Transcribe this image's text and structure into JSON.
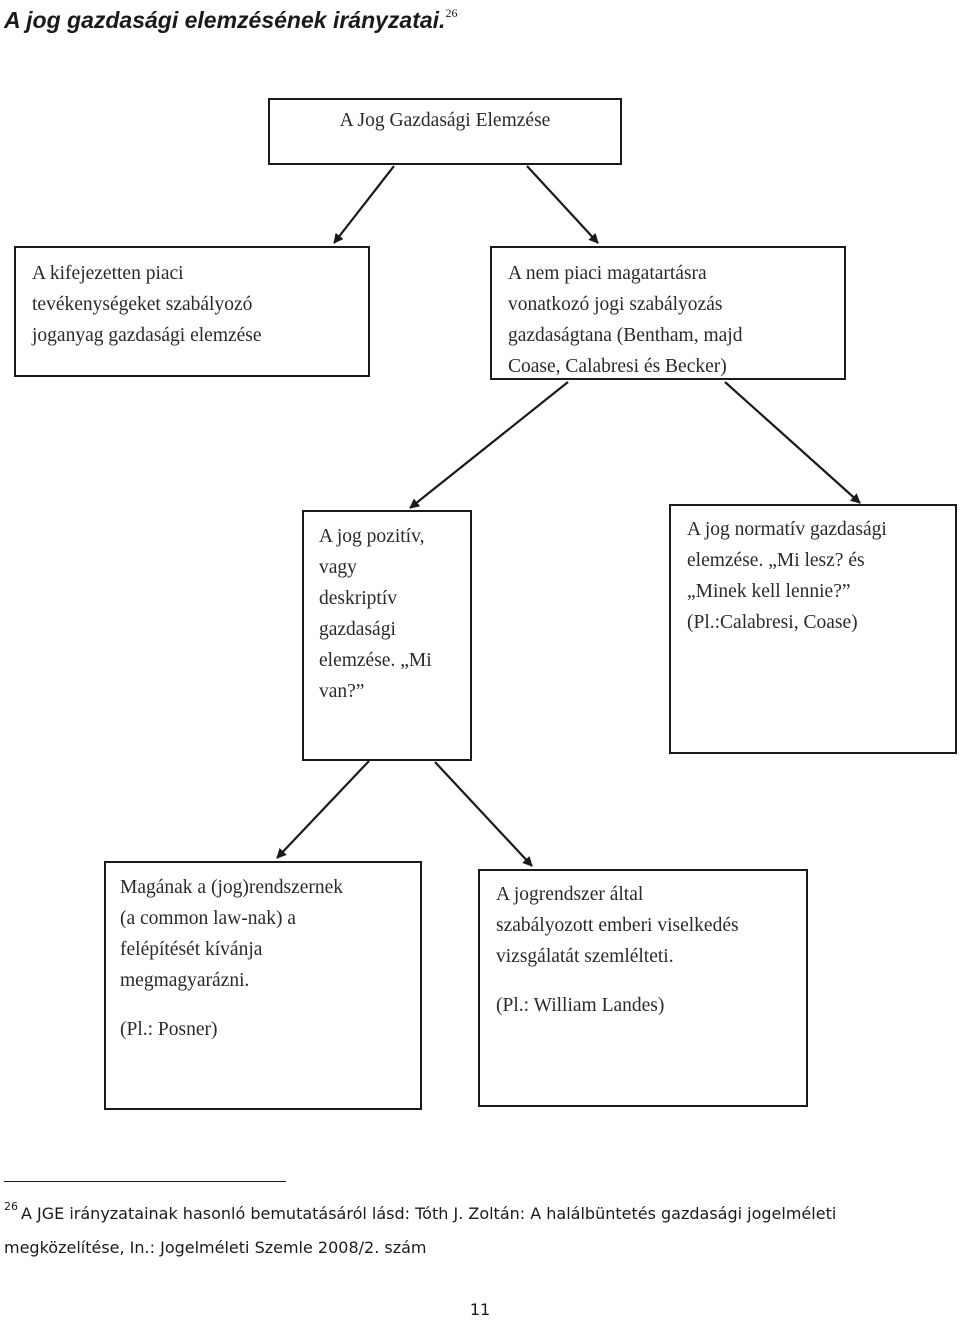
{
  "document": {
    "heading": "A jog gazdasági elemzésének irányzatai.",
    "heading_footnote_ref": "26",
    "page_number": "11"
  },
  "diagram": {
    "root": {
      "text": "A Jog Gazdasági Elemzése"
    },
    "left_branch": {
      "lines": [
        "A kifejezetten piaci",
        "tevékenységeket szabályozó",
        "joganyag gazdasági elemzése"
      ]
    },
    "right_branch": {
      "lines": [
        "A nem piaci magatartásra",
        "vonatkozó jogi szabályozás",
        "gazdaságtana (Bentham, majd",
        "Coase, Calabresi és Becker)"
      ]
    },
    "positive": {
      "lines": [
        "A jog pozitív,",
        "vagy",
        "deskriptív",
        "gazdasági",
        "elemzése. „Mi",
        "van?”"
      ]
    },
    "normative": {
      "lines": [
        "A jog normatív gazdasági",
        "elemzése. „Mi lesz? és",
        "„Minek kell lennie?”",
        "(Pl.:Calabresi, Coase)"
      ]
    },
    "system": {
      "lines": [
        "Magának a (jog)rendszernek",
        "(a common law-nak) a",
        "felépítését kívánja",
        "megmagyarázni."
      ],
      "example": "(Pl.: Posner)"
    },
    "behavior": {
      "lines": [
        "A jogrendszer által",
        "szabályozott emberi viselkedés",
        "vizsgálatát szemlélteti."
      ],
      "example": "(Pl.: William Landes)"
    }
  },
  "footnote": {
    "number": "26",
    "line1": "A JGE irányzatainak hasonló bemutatásáról lásd: Tóth J. Zoltán: A halálbüntetés gazdasági jogelméleti",
    "line2": "megközelítése, In.: Jogelméleti Szemle 2008/2. szám"
  }
}
